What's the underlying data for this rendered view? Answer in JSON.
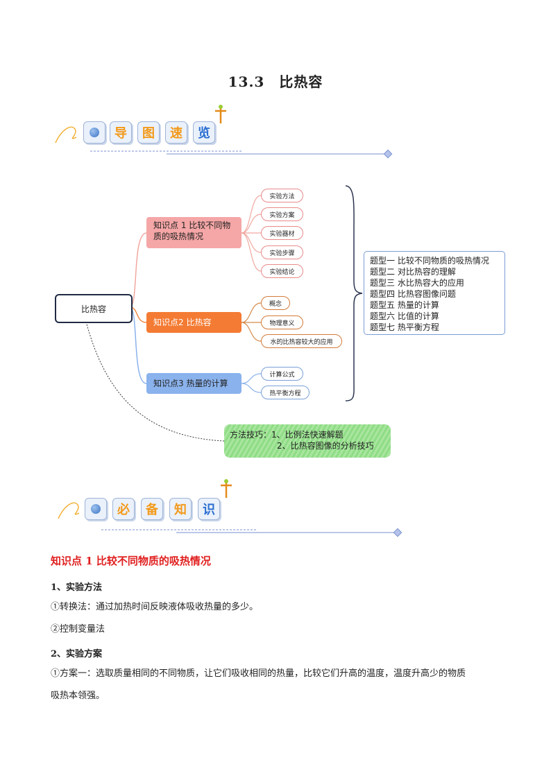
{
  "title": "13.3　比热容",
  "banner1": {
    "tiles": [
      "导",
      "图",
      "速",
      "览"
    ]
  },
  "banner2": {
    "tiles": [
      "必",
      "备",
      "知",
      "识"
    ]
  },
  "mindmap": {
    "root": "比热容",
    "kp1": {
      "label": "知识点 1 比较不同物质的吸热情况",
      "items": [
        "实验方法",
        "实验方案",
        "实验器材",
        "实验步骤",
        "实验结论"
      ]
    },
    "kp2": {
      "label": "知识点2  比热容",
      "items": [
        "概念",
        "物理意义",
        "水的比热容较大的应用"
      ]
    },
    "kp3": {
      "label": "知识点3  热量的计算",
      "items": [
        "计算公式",
        "热平衡方程"
      ]
    },
    "types": [
      "题型一  比较不同物质的吸热情况",
      "题型二  对比热容的理解",
      "题型三  水比热容大的应用",
      "题型四  比热容图像问题",
      "题型五  热量的计算",
      "题型六  比值的计算",
      "题型七  热平衡方程"
    ],
    "method": {
      "line1": "方法技巧：1、比例法快速解题",
      "line2": "2、比热容图像的分析技巧"
    }
  },
  "section": {
    "heading": "知识点  1  比较不同物质的吸热情况",
    "sub1": "1、实验方法",
    "p1": "①转换法：通过加热时间反映液体吸收热量的多少。",
    "p2": "②控制变量法",
    "sub2": "2、实验方案",
    "p3a": "①方案一：选取质量相同的不同物质，让它们吸收相同的热量，比较它们升高的温度，温度升高少的物质",
    "p3b": "吸热本领强。"
  },
  "colors": {
    "red_heading": "#e02020",
    "kp1": "#f5a6a6",
    "kp2": "#f47b33",
    "kp3": "#8ab2ec",
    "method": "#8fdc86"
  }
}
